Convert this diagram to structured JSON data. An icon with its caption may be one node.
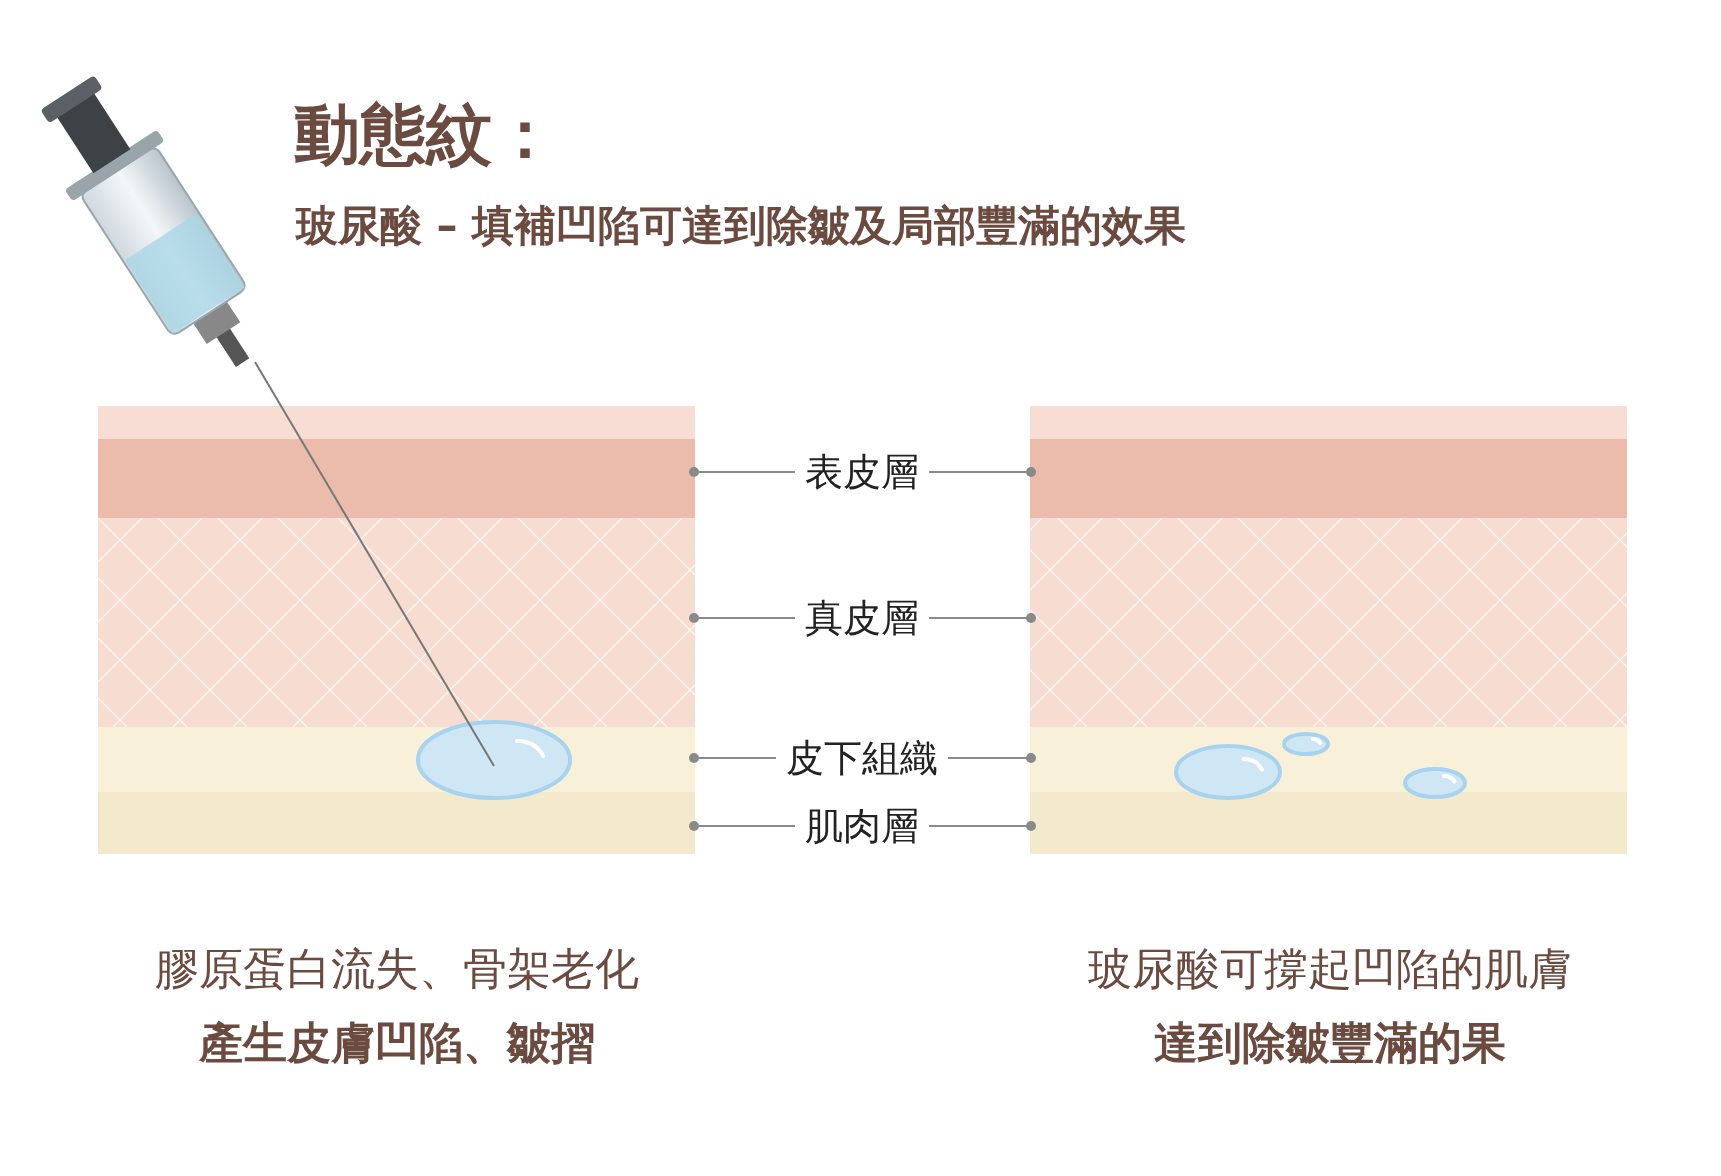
{
  "diagram": {
    "title": "動態紋：",
    "nodes": [
      {
        "text": [],
        "shape": "picture"
      },
      {
        "text": [],
        "shape": "picture"
      },
      {
        "text": [
          "表皮層"
        ]
      },
      {
        "text": [
          "真皮層"
        ]
      },
      {
        "text": [
          "皮下組織"
        ]
      },
      {
        "text": [
          "肌肉層"
        ]
      }
    ],
    "edges": [
      {
        "from": 2,
        "to": 0,
        "arrow": "other"
      },
      {
        "from": 2,
        "to": 1,
        "arrow": "other"
      },
      {
        "from": 3,
        "to": 0,
        "arrow": "other"
      },
      {
        "from": 3,
        "to": 1,
        "arrow": "other"
      },
      {
        "from": 4,
        "to": 0,
        "arrow": "other"
      },
      {
        "from": 4,
        "to": 1,
        "arrow": "other"
      },
      {
        "from": 5,
        "to": 0,
        "arrow": "other"
      },
      {
        "from": 5,
        "to": 1,
        "arrow": "other"
      }
    ],
    "labels": [
      "玻尿酸 – 填補凹陷可達到除皺及局部豐滿的效果",
      "膠原蛋白流失、骨架老化",
      "產生皮膚凹陷、皺摺",
      "玻尿酸可撐起凹陷的肌膚",
      "達到除皺豐滿的果"
    ]
  }
}
